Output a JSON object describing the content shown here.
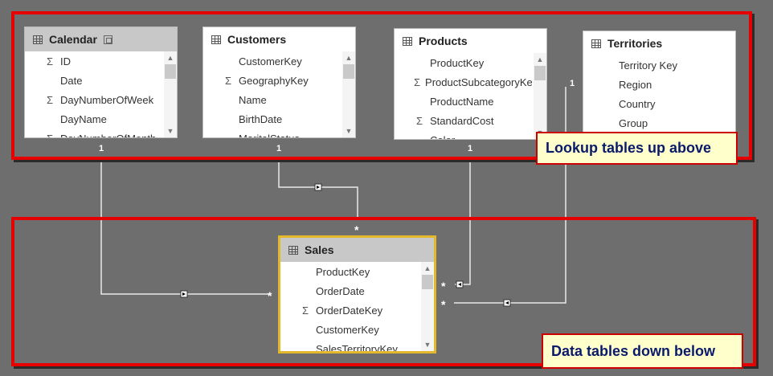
{
  "tables": {
    "calendar": {
      "title": "Calendar",
      "fields": [
        {
          "name": "ID",
          "sigma": true
        },
        {
          "name": "Date",
          "sigma": false
        },
        {
          "name": "DayNumberOfWeek",
          "sigma": true
        },
        {
          "name": "DayName",
          "sigma": false
        },
        {
          "name": "DayNumberOfMonth",
          "sigma": true
        }
      ]
    },
    "customers": {
      "title": "Customers",
      "fields": [
        {
          "name": "CustomerKey",
          "sigma": false
        },
        {
          "name": "GeographyKey",
          "sigma": true
        },
        {
          "name": "Name",
          "sigma": false
        },
        {
          "name": "BirthDate",
          "sigma": false
        },
        {
          "name": "MaritalStatus",
          "sigma": false
        }
      ]
    },
    "products": {
      "title": "Products",
      "fields": [
        {
          "name": "ProductKey",
          "sigma": false
        },
        {
          "name": "ProductSubcategoryKey",
          "sigma": true
        },
        {
          "name": "ProductName",
          "sigma": false
        },
        {
          "name": "StandardCost",
          "sigma": true
        },
        {
          "name": "Color",
          "sigma": false
        }
      ]
    },
    "territories": {
      "title": "Territories",
      "fields": [
        {
          "name": "Territory Key",
          "sigma": false
        },
        {
          "name": "Region",
          "sigma": false
        },
        {
          "name": "Country",
          "sigma": false
        },
        {
          "name": "Group",
          "sigma": false
        }
      ]
    },
    "sales": {
      "title": "Sales",
      "fields": [
        {
          "name": "ProductKey",
          "sigma": false
        },
        {
          "name": "OrderDate",
          "sigma": false
        },
        {
          "name": "OrderDateKey",
          "sigma": true
        },
        {
          "name": "CustomerKey",
          "sigma": false
        },
        {
          "name": "SalesTerritoryKey",
          "sigma": false
        }
      ]
    }
  },
  "sigma_symbol": "Σ",
  "cardinality": {
    "one": "1",
    "many": "*"
  },
  "callouts": {
    "lookup": "Lookup tables up above",
    "data": "Data tables down below"
  },
  "scroll": {
    "up": "▲",
    "down": "▼"
  },
  "colors": {
    "background": "#6e6e6e",
    "highlight": "#e60000",
    "callout_bg": "#ffffcc",
    "callout_text": "#0a1a6a",
    "selected_border": "#e3b82a"
  }
}
